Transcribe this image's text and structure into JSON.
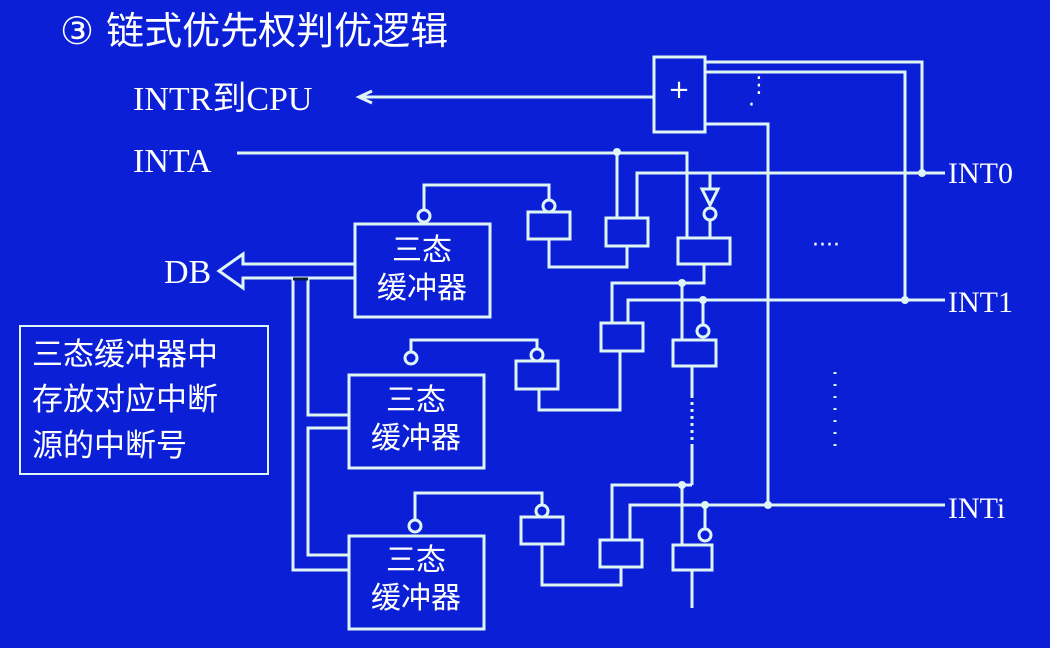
{
  "slide": {
    "title": "③ 链式优先权判优逻辑",
    "signals": {
      "intr": "INTR到CPU",
      "inta": "INTA",
      "db": "DB",
      "int0": "INT0",
      "int1": "INT1",
      "inti": "INTi"
    },
    "or_gate_symbol": "+",
    "buffers": [
      {
        "line1": "三态",
        "line2": "缓冲器"
      },
      {
        "line1": "三态",
        "line2": "缓冲器"
      },
      {
        "line1": "三态",
        "line2": "缓冲器"
      }
    ],
    "note": {
      "line1": "三态缓冲器中",
      "line2": "存放对应中断",
      "line3": "源的中断号"
    }
  },
  "colors": {
    "background": "#0a1fd6",
    "wire": "#dff4f4",
    "text": "#ffffff"
  }
}
